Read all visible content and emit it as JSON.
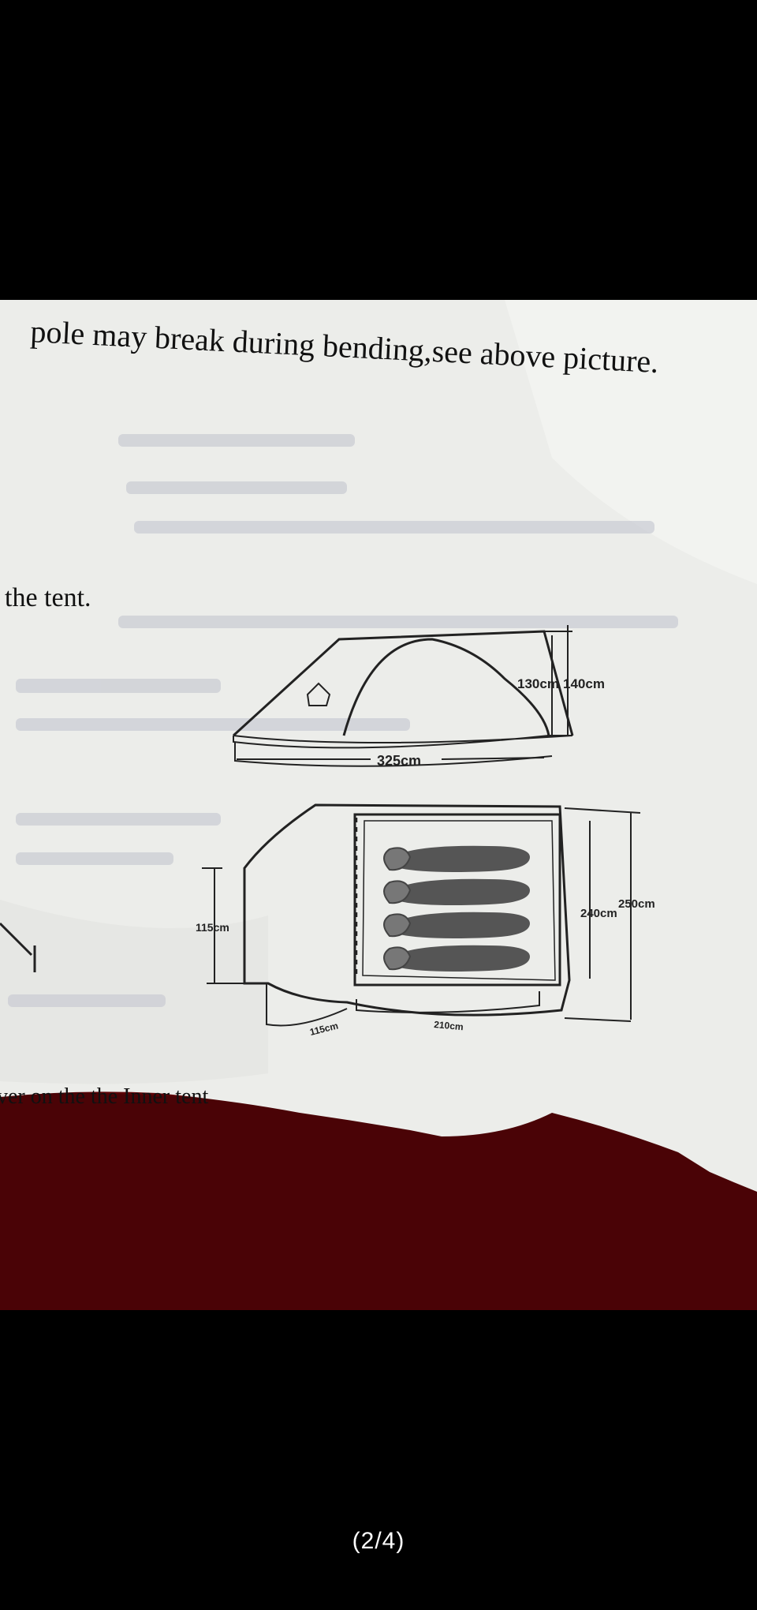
{
  "viewer": {
    "page_counter": "(2/4)"
  },
  "photo": {
    "heading_text": "pole may break during bending,see above picture.",
    "side_text_top": "the tent.",
    "side_text_bottom": "ver on the the Inner tent",
    "side_view": {
      "length_label": "325cm",
      "inner_height_label": "130cm",
      "outer_height_label": "140cm"
    },
    "top_view": {
      "vestibule_width_label": "115cm",
      "vestibule_depth_label": "115cm",
      "inner_length_label": "210cm",
      "inner_width_label": "240cm",
      "outer_width_label": "250cm",
      "sleeping_bag_count": 4
    }
  },
  "colors": {
    "background": "#000000",
    "paper": "#eeeeec",
    "fabric": "#6b0508",
    "sleeping_bag": "#555555"
  }
}
